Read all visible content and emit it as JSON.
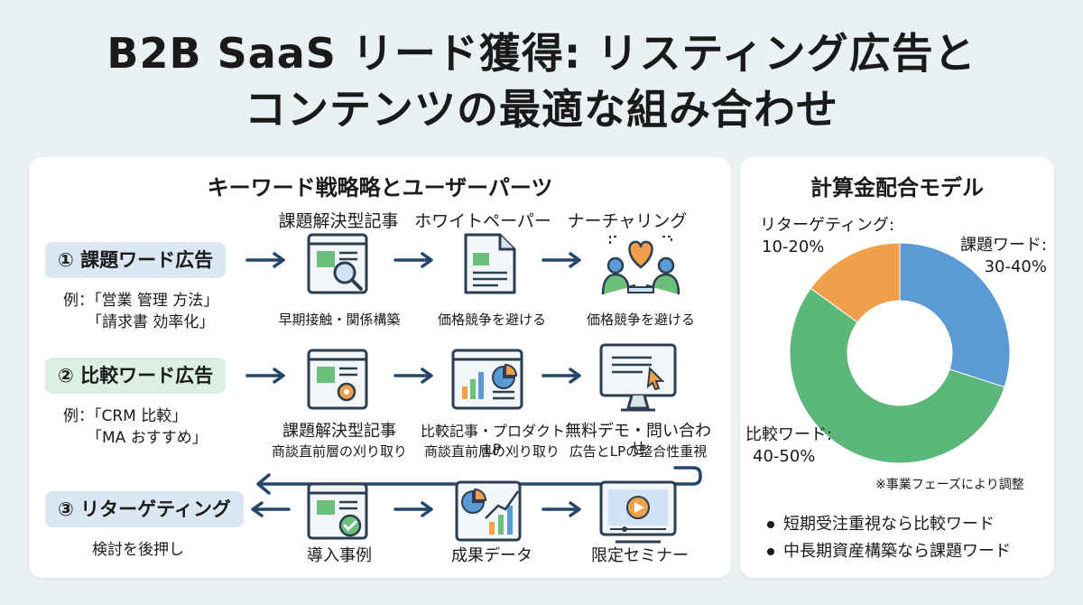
{
  "title": {
    "line1": "B2B SaaS リード獲得: リスティング広告と",
    "line2": "コンテンツの最適な組み合わせ"
  },
  "left": {
    "title": "キーワード戦略略とユーザーパーツ",
    "col_heads": [
      "課題解決型記事",
      "ホワイトペーパー",
      "ナーチャリング"
    ],
    "row1": {
      "label": "① 課題ワード広告",
      "example1": "例：「営業 管理 方法」",
      "example2": "「請求書 効率化」",
      "captions": [
        "早期接触・関係構築",
        "価格競争を避ける",
        "価格競争を避ける"
      ]
    },
    "row2": {
      "label": "② 比較ワード広告",
      "example1": "例：「CRM 比較」",
      "example2": "「MA おすすめ」",
      "captions_top": [
        "課題解決型記事",
        "比較記事・プロダクトLP",
        "無料デモ・問い合わせ"
      ],
      "captions_bottom": [
        "商談直前層の刈り取り",
        "商談直前層の刈り取り",
        "広告とLPの整合性重視"
      ]
    },
    "row3": {
      "label": "③ リターゲティング",
      "note": "検討を後押し",
      "captions": [
        "導入事例",
        "成果データ",
        "限定セミナー"
      ]
    }
  },
  "right": {
    "title": "計算金配合モデル",
    "note": "※事業フェーズにより調整",
    "bullets": [
      "短期受注重視なら比較ワード",
      "中長期資産構築なら課題ワード"
    ]
  },
  "chart_data": {
    "type": "pie",
    "style": "donut",
    "slices": [
      {
        "label": "課題ワード:",
        "range": "30-40%",
        "value": 30,
        "color": "#5b9bd5"
      },
      {
        "label": "比較ワード:",
        "range": "40-50%",
        "value": 55,
        "color": "#5cb87a"
      },
      {
        "label": "リターゲティング:",
        "range": "10-20%",
        "value": 15,
        "color": "#f0a04b"
      }
    ]
  },
  "colors": {
    "arrow": "#24466b",
    "icon_dark": "#2c3e50",
    "icon_blue": "#5b9bd5",
    "icon_green": "#6bbf7a",
    "icon_orange": "#f0a04b"
  }
}
